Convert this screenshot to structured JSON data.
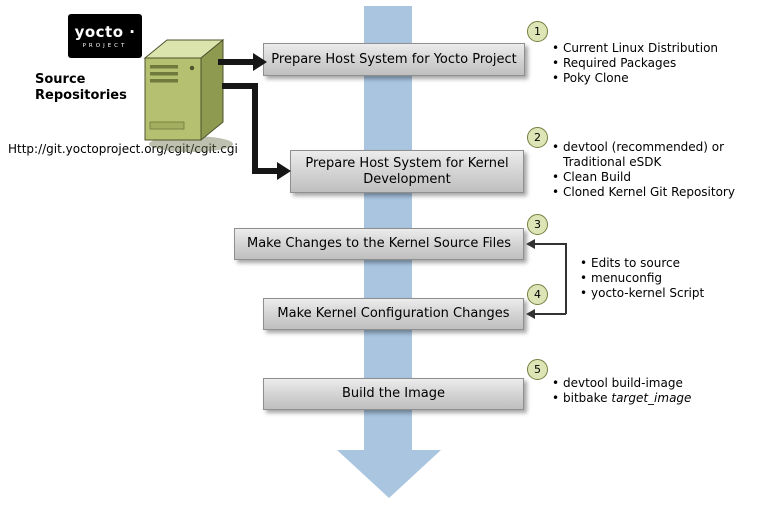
{
  "logo": {
    "brand": "yocto ·",
    "subtitle": "PROJECT"
  },
  "source": {
    "title_line1": "Source",
    "title_line2": "Repositories",
    "url": "Http://git.yoctoproject.org/cgit/cgit.cgi"
  },
  "steps": [
    {
      "num": "1",
      "label": "Prepare Host System for Yocto Project",
      "bullets": [
        "Current Linux Distribution",
        "Required Packages",
        "Poky Clone"
      ]
    },
    {
      "num": "2",
      "label": "Prepare Host System for Kernel Development",
      "bullets": [
        "devtool (recommended) or Traditional eSDK",
        "Clean Build",
        "Cloned Kernel Git Repository"
      ]
    },
    {
      "num": "3",
      "label": "Make Changes to the Kernel Source Files"
    },
    {
      "num": "4",
      "label": "Make Kernel Configuration Changes"
    },
    {
      "num": "5",
      "label": "Build the Image",
      "bullets": [
        {
          "text": "devtool build-image"
        },
        {
          "pre": "bitbake ",
          "italic": "target_image"
        }
      ]
    }
  ],
  "shared_bullets_steps_3_4": [
    "Edits to source",
    "menuconfig",
    "yocto-kernel Script"
  ],
  "colors": {
    "arrow_blue": "#a9c5e0",
    "box_border": "#8f8f8f",
    "circle_fill": "#dde5b6",
    "circle_border": "#71803f",
    "server_green": "#b5c170"
  }
}
